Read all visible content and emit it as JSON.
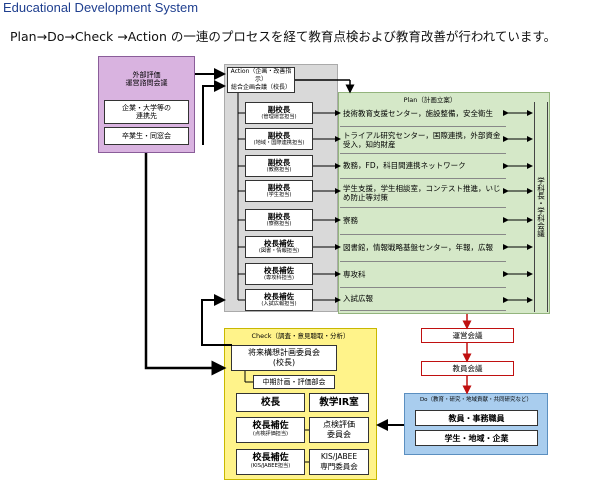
{
  "page": {
    "title": "Educational Development System",
    "subtitle": "Plan→Do→Check →Action の一連のプロセスを経て教育点検および教育改善が行われています。"
  },
  "external": {
    "eval_committee": "外部評価\n運営諮問会議",
    "companies": "企業・大学等の\n連携先",
    "alumni": "卒業生・同窓会"
  },
  "action": {
    "header": "Action（企画・改善指示）",
    "committee": "総合企画会議（校長）"
  },
  "vps": [
    {
      "main": "副校長",
      "sub": "(管理運営担当)"
    },
    {
      "main": "副校長",
      "sub": "(地域・国際連携担当)"
    },
    {
      "main": "副校長",
      "sub": "(教務担当)"
    },
    {
      "main": "副校長",
      "sub": "(学生担当)"
    },
    {
      "main": "副校長",
      "sub": "(寮務担当)"
    },
    {
      "main": "校長補佐",
      "sub": "(図書・情報担当)"
    },
    {
      "main": "校長補佐",
      "sub": "(専攻科担当)"
    },
    {
      "main": "校長補佐",
      "sub": "(入試広報担当)"
    }
  ],
  "plan": {
    "header": "Plan（計画立案）",
    "rows": [
      "技術教育支援センター，施設整備，安全衛生",
      "トライアル研究センター，国際連携，外部資金受入，知的財産",
      "教務，FD，科目間連携ネットワーク",
      "学生支援，学生相談室，コンテスト推進，いじめ防止等対策",
      "寮務",
      "図書館，情報戦略基盤センター，年報，広報",
      "専攻科",
      "入試広報"
    ],
    "side_label": "学科長・学科会議"
  },
  "check": {
    "header": "Check（調査・意見聴取・分析）",
    "future_committee": "将来構想計画委員会\n(校長)",
    "mid_plan": "中期計画・評価部会",
    "principal": "校長",
    "ir_office": "教学IR室",
    "asst1_main": "校長補佐",
    "asst1_sub": "(点検評価担当)",
    "eval_committee": "点検評価\n委員会",
    "asst2_main": "校長補佐",
    "asst2_sub": "(KIS/JABEE担当)",
    "jabee_committee": "KIS/JABEE\n専門委員会"
  },
  "councils": {
    "management": "運営会議",
    "faculty": "教員会議"
  },
  "do": {
    "header": "Do（教育・研究・地域貢献・共同研究など）",
    "staff": "教員・事務職員",
    "students": "学生・地域・企業"
  }
}
